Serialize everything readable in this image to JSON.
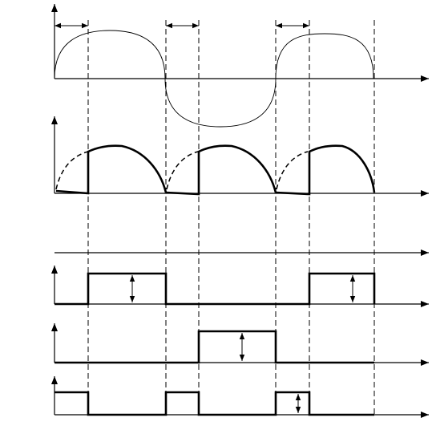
{
  "colors": {
    "ink": "#000000",
    "background": "#ffffff"
  },
  "diagram": {
    "panels": [
      {
        "name": "supply-sine-wave",
        "kind": "sine"
      },
      {
        "name": "phase-controlled-output",
        "kind": "chopped-sine"
      },
      {
        "name": "reference-timeline",
        "kind": "axis-only"
      },
      {
        "name": "gate-pulse-1",
        "kind": "pulse"
      },
      {
        "name": "gate-pulse-2",
        "kind": "pulse"
      },
      {
        "name": "gate-pulse-3",
        "kind": "pulse"
      }
    ]
  }
}
